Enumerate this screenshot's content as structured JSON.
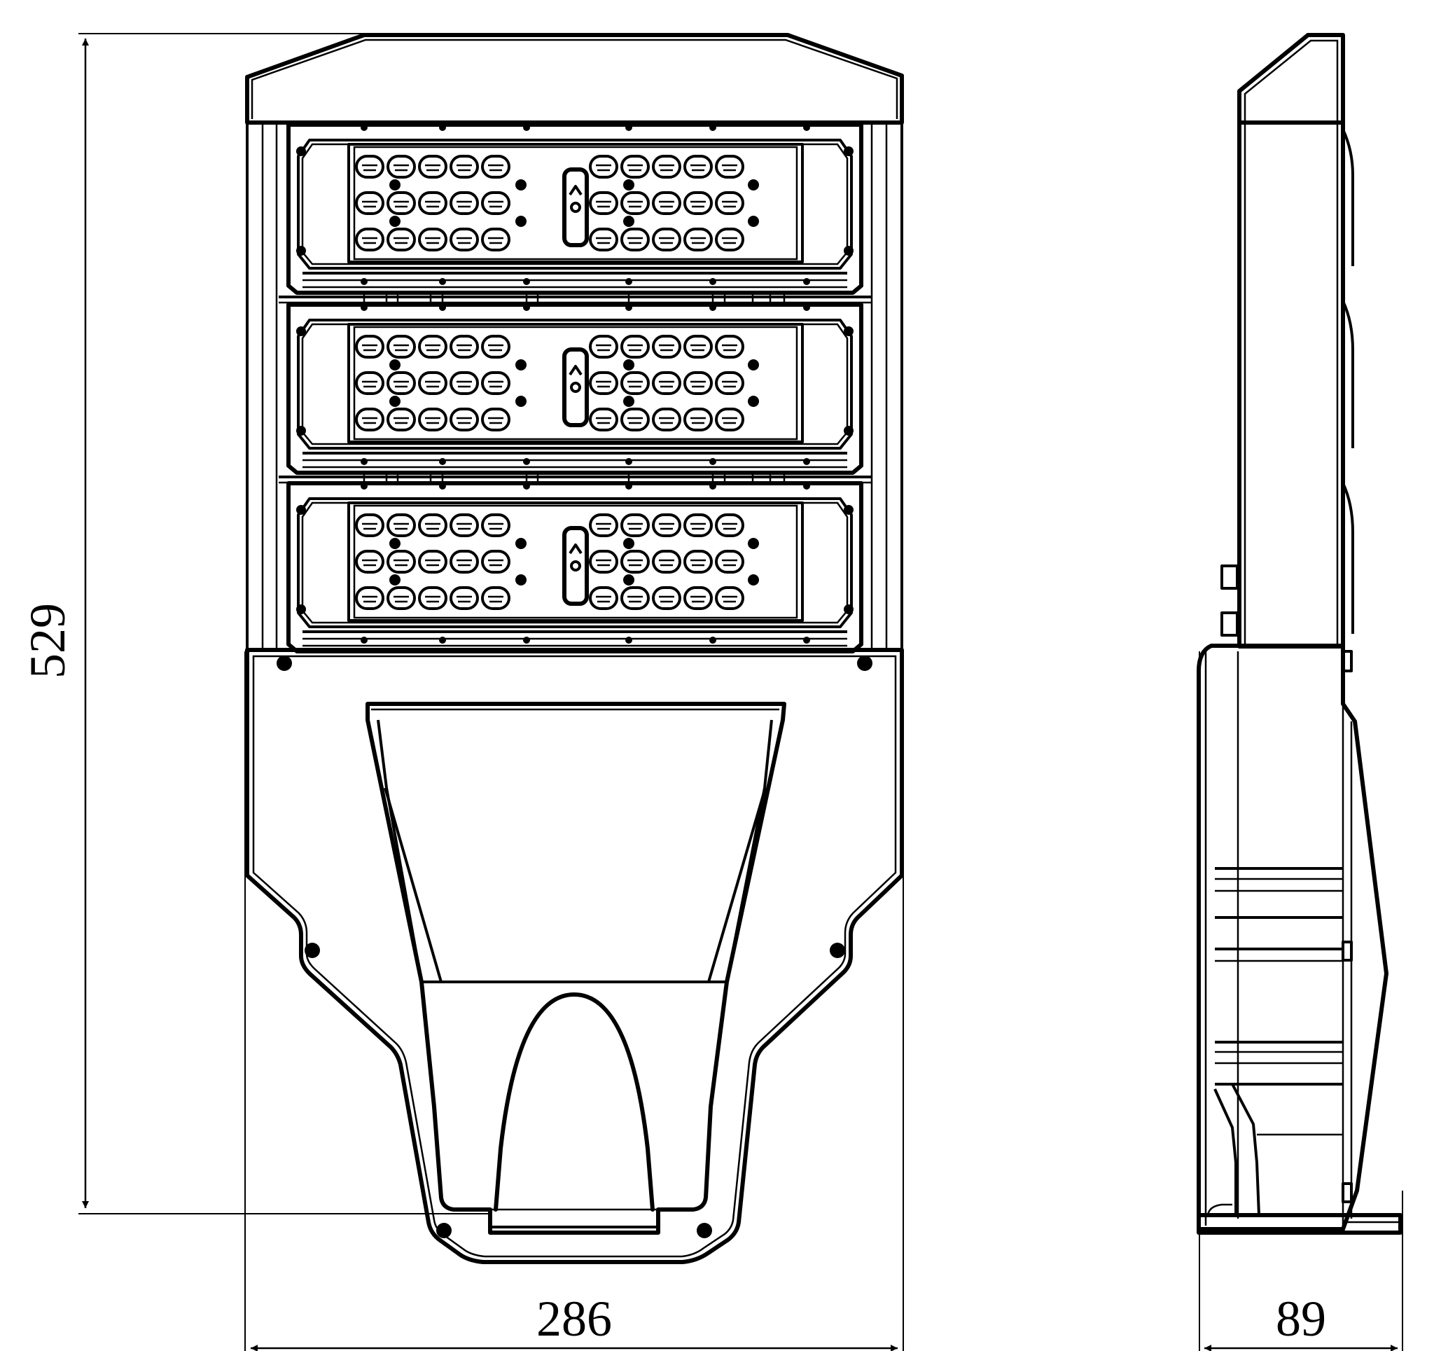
{
  "dimensions": {
    "height": "529",
    "width": "286",
    "depth": "89"
  },
  "led_module_count": 3,
  "led_rows_per_module": 3,
  "led_columns_per_row": 10
}
